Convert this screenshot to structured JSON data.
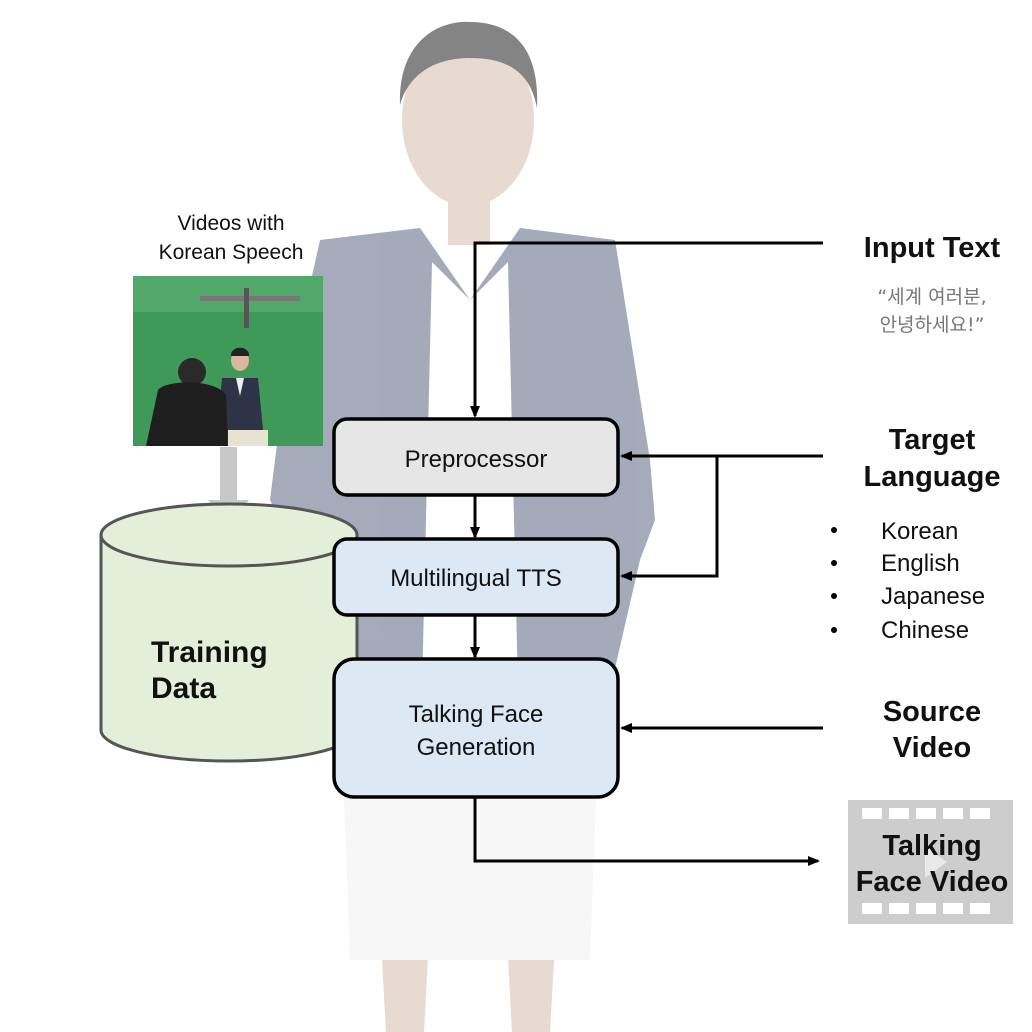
{
  "video_thumb": {
    "caption_line1": "Videos with",
    "caption_line2": "Korean Speech"
  },
  "training_data": {
    "line1": "Training",
    "line2": "Data"
  },
  "pipeline": {
    "preprocessor": "Preprocessor",
    "tts": "Multilingual TTS",
    "tfg_line1": "Talking Face",
    "tfg_line2": "Generation"
  },
  "inputs": {
    "input_text_title": "Input Text",
    "input_text_example_line1": "“세계 여러분,",
    "input_text_example_line2": "안녕하세요!”",
    "target_language_line1": "Target",
    "target_language_line2": "Language",
    "languages": [
      "Korean",
      "English",
      "Japanese",
      "Chinese"
    ],
    "source_video_line1": "Source",
    "source_video_line2": "Video"
  },
  "output": {
    "line1": "Talking",
    "line2": "Face Video"
  },
  "colors": {
    "preprocessor_fill": "#e6e6e6",
    "blue_box_fill": "#dde8f5",
    "cylinder_fill": "#e4efd9",
    "greenscreen": "#3f9a59",
    "film_gray": "#cdcdcd",
    "suit_navy": "#6e7790"
  }
}
